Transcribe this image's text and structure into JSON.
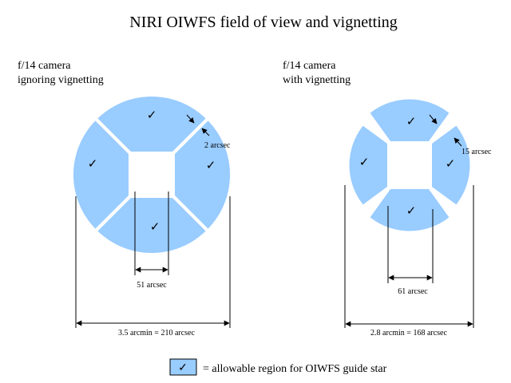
{
  "title": "NIRI OIWFS field of view and vignetting",
  "left_panel": {
    "label_line1": "f/14  camera",
    "label_line2": "ignoring vignetting",
    "gap_label": "2 arcsec",
    "inner_label": "51 arcsec",
    "outer_label": "3.5 arcmin = 210 arcsec",
    "check": "✓"
  },
  "right_panel": {
    "label_line1": "f/14  camera",
    "label_line2": "with vignetting",
    "gap_label": "15 arcsec",
    "inner_label": "61 arcsec",
    "outer_label": "2.8 arcmin = 168 arcsec",
    "check": "✓"
  },
  "legend": {
    "check": "✓",
    "text": "= allowable region for OIWFS guide star"
  },
  "colors": {
    "region_fill": "#99ccff",
    "line": "#000000",
    "background": "#ffffff"
  }
}
